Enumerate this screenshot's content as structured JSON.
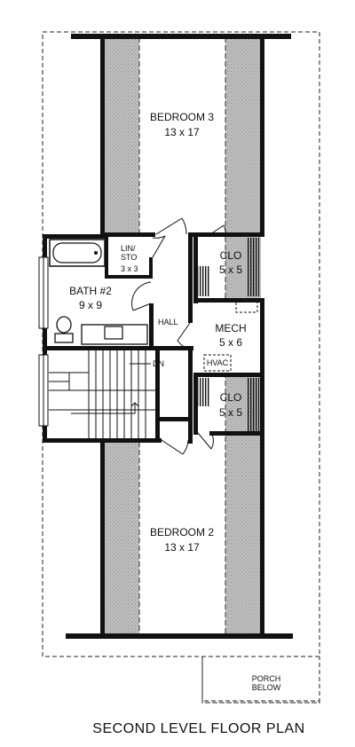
{
  "plan": {
    "title": "SECOND LEVEL FLOOR PLAN",
    "rooms": {
      "bedroom3": {
        "name": "BEDROOM 3",
        "size": "13 x 17"
      },
      "bedroom2": {
        "name": "BEDROOM 2",
        "size": "13 x 17"
      },
      "linen": {
        "name_line1": "LIN/",
        "name_line2": "STO",
        "size": "3 x 3"
      },
      "bath": {
        "name": "BATH #2",
        "size": "9 x 9"
      },
      "hall": {
        "name": "HALL"
      },
      "mech": {
        "name": "MECH",
        "size": "5 x 6"
      },
      "closet_upper": {
        "name": "CLO",
        "size": "5 x 5"
      },
      "closet_lower": {
        "name": "CLO",
        "size": "5 x 5"
      }
    },
    "labels": {
      "hvac": "HVAC",
      "stair_down": "DN",
      "porch_line1": "PORCH",
      "porch_line2": "BELOW"
    }
  }
}
